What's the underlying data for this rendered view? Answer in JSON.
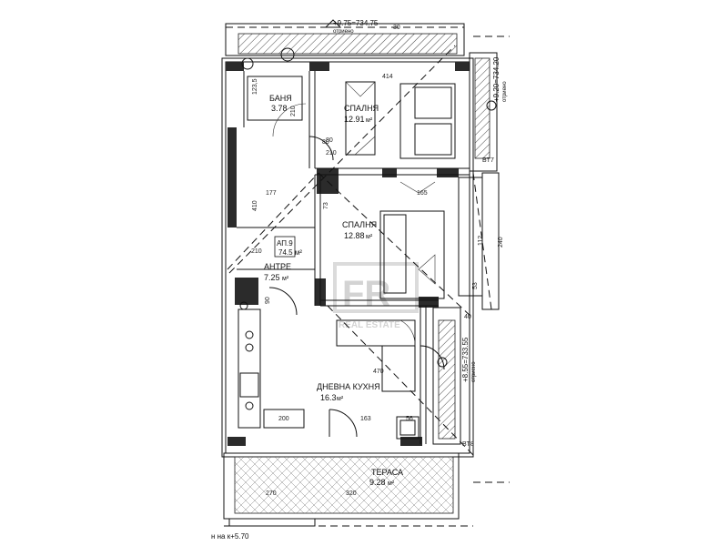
{
  "rooms": {
    "bath": {
      "name": "БАНЯ",
      "area": "3.78",
      "door_h": "210",
      "dim_a": "123,5",
      "dim_b": "80"
    },
    "bed1": {
      "name": "СПАЛНЯ",
      "area": "12.91",
      "unit": "м²",
      "dim": "414"
    },
    "bed2": {
      "name": "СПАЛНЯ",
      "area": "12.88",
      "unit": "м²",
      "dim": "165"
    },
    "hall": {
      "name": "АНТРЕ",
      "area": "7.25",
      "unit": "м²"
    },
    "living": {
      "name": "ДНЕВНА КУХНЯ",
      "area": "16.3",
      "unit": "м²",
      "dim": "470"
    },
    "terrace": {
      "name": "ТЕРАСА",
      "area": "9.28",
      "unit": "м²",
      "dim_a": "270",
      "dim_b": "320"
    }
  },
  "apartment": {
    "code": "АП.9",
    "area": "74.5 м²"
  },
  "levels": {
    "top": "+9.75=734.75",
    "top_sub": "отриено",
    "right_top": "+9.20=734.20",
    "right_top_sub": "отриено",
    "right_mid": "+8.55=733.55",
    "right_mid_sub": "отриено",
    "bottom": "н на к+5.70"
  },
  "dimensions": {
    "d177": "177",
    "d410": "410",
    "d80": "80",
    "d210a": "210",
    "d210b": "210",
    "d90": "90",
    "d163": "163",
    "d200": "200",
    "d56": "56",
    "d73": "73",
    "d53": "53",
    "d40": "40",
    "d112": "112",
    "d240": "240",
    "bt7": "BT7",
    "bt8": "BT8",
    "d30": "30"
  },
  "watermark": {
    "logo": "FR",
    "sub": "REAL ESTATE"
  }
}
